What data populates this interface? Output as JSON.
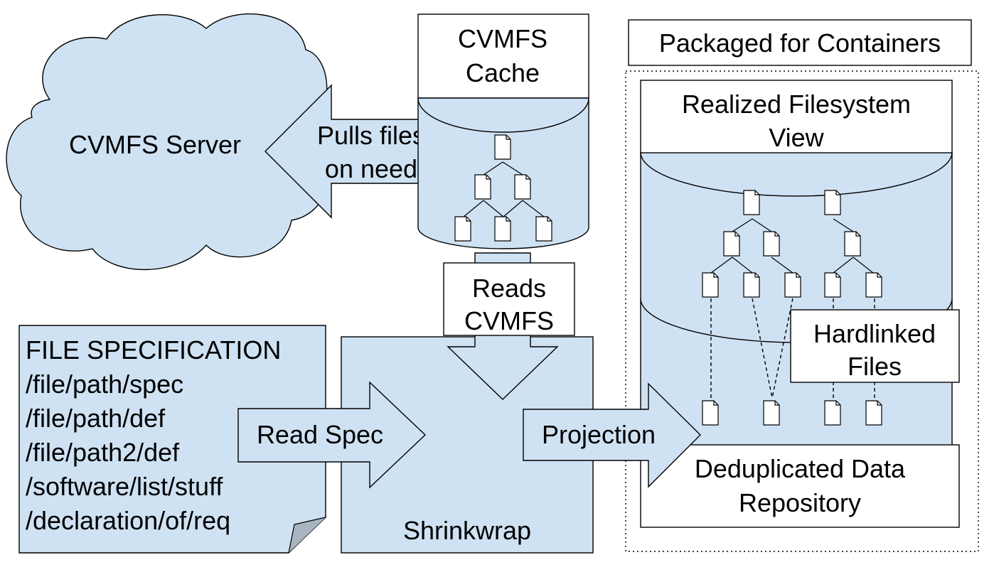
{
  "colors": {
    "fill": "#cfe2f3",
    "stroke": "#000000",
    "background": "#ffffff"
  },
  "cloud": {
    "label": "CVMFS Server"
  },
  "pull_arrow": {
    "line1": "Pulls files",
    "line2": "on need"
  },
  "cache": {
    "line1": "CVMFS",
    "line2": "Cache"
  },
  "reads_arrow": {
    "line1": "Reads",
    "line2": "CVMFS"
  },
  "spec_doc": {
    "title": "FILE SPECIFICATION",
    "lines": [
      "/file/path/spec",
      "/file/path/def",
      "/file/path2/def",
      "/software/list/stuff",
      "/declaration/of/req"
    ]
  },
  "read_spec_arrow": {
    "label": "Read Spec"
  },
  "shrinkwrap": {
    "label": "Shrinkwrap"
  },
  "projection_arrow": {
    "label": "Projection"
  },
  "packaged": {
    "label": "Packaged for Containers"
  },
  "realized": {
    "line1": "Realized Filesystem",
    "line2": "View"
  },
  "hardlinked": {
    "line1": "Hardlinked",
    "line2": "Files"
  },
  "dedup": {
    "line1": "Deduplicated Data",
    "line2": "Repository"
  },
  "icons": [
    "file-icon",
    "cloud-icon",
    "cylinder-icon",
    "arrow-icon"
  ]
}
